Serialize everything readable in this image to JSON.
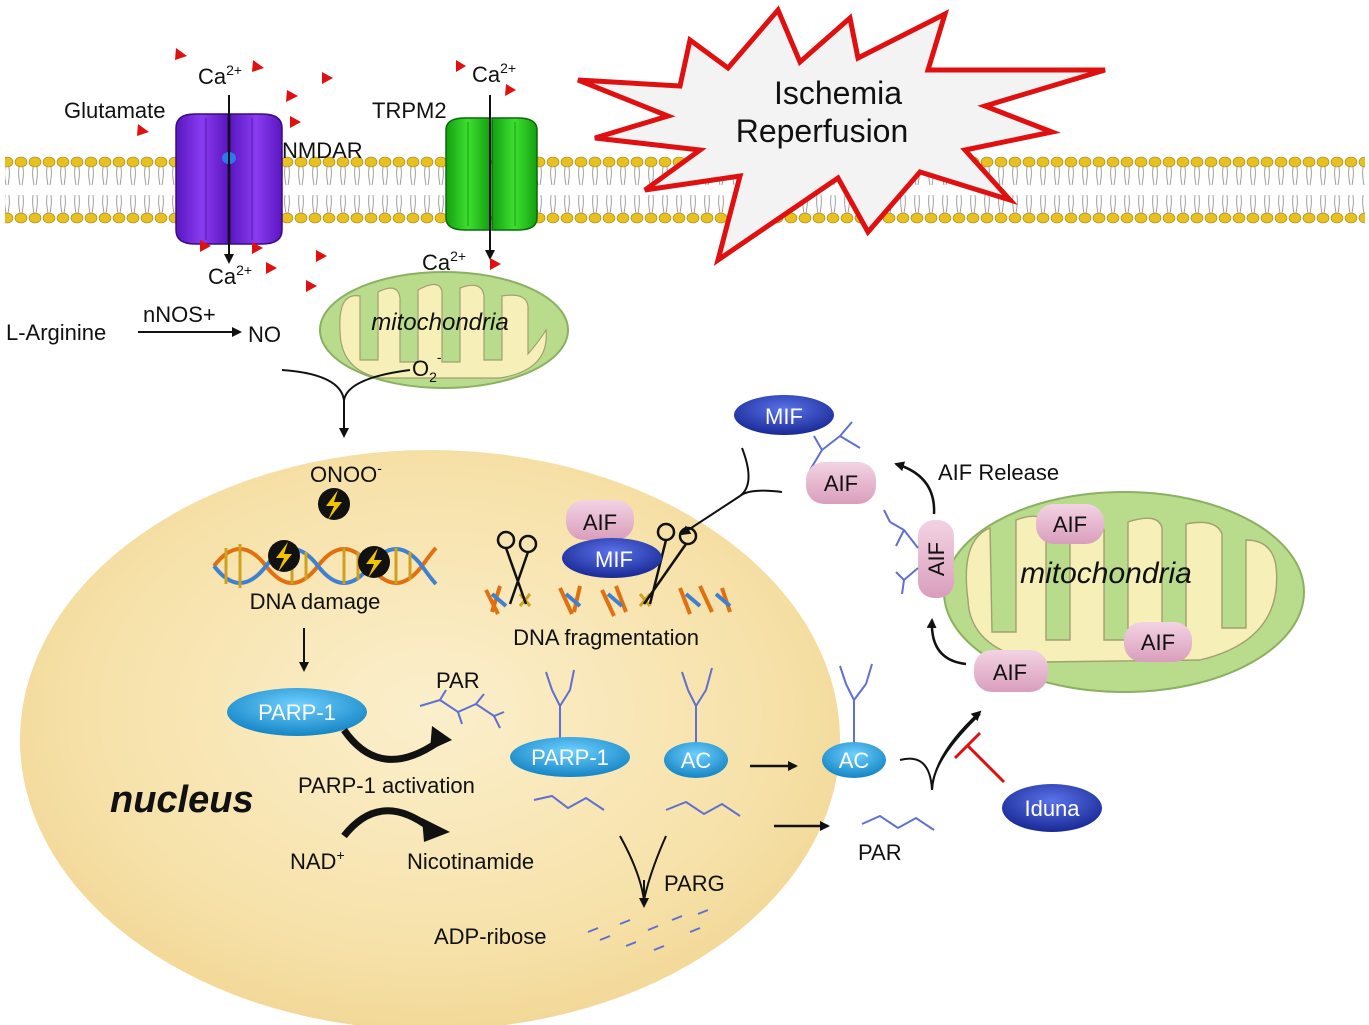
{
  "labels": {
    "ca_top_left": "Ca",
    "ca_top_left_sup": "2+",
    "ca_top_right": "Ca",
    "ca_top_right_sup": "2+",
    "ca_bottom_left": "Ca",
    "ca_bottom_left_sup": "2+",
    "ca_bottom_right": "Ca",
    "ca_bottom_right_sup": "2+",
    "glutamate": "Glutamate",
    "nmdar": "NMDAR",
    "trpm2": "TRPM2",
    "ischemia_line1": "Ischemia",
    "ischemia_line2": "Reperfusion",
    "l_arginine": "L-Arginine",
    "nnos": "nNOS+",
    "no": "NO",
    "mitochondria_top": "mitochondria",
    "o2": "O",
    "o2_sub": "2",
    "o2_sup": "-",
    "onoo": "ONOO",
    "onoo_sup": "-",
    "dna_damage": "DNA damage",
    "dna_fragmentation": "DNA fragmentation",
    "parp1": "PARP-1",
    "par_top": "PAR",
    "parp1_activation": "PARP-1 activation",
    "nucleus": "nucleus",
    "nad": "NAD",
    "nad_sup": "+",
    "nicotinamide": "Nicotinamide",
    "parg": "PARG",
    "adp_ribose": "ADP-ribose",
    "parp1_complex": "PARP-1",
    "ac_inside": "AC",
    "ac_outside": "AC",
    "par_outside": "PAR",
    "iduna": "Iduna",
    "mif_top": "MIF",
    "mif_nucleus": "MIF",
    "aif_released": "AIF",
    "aif_release_label": "AIF Release",
    "aif_nucleus": "AIF",
    "aif_vertical": "AIF",
    "aif_mito_1": "AIF",
    "aif_mito_2": "AIF",
    "aif_mito_3": "AIF",
    "mitochondria_right": "mitochondria"
  },
  "colors": {
    "nmdar": "#7a2fe0",
    "trpm2": "#22c21a",
    "nucleus_fill": "#f7e6b5",
    "mito_fill": "#b9dc8c",
    "pill_blue": "#1f9bd8",
    "pill_navy": "#1c32b8",
    "aif_pink": "#e7b7d0",
    "ca_arrow": "#e01010",
    "inhibit_red": "#e01010",
    "membrane_head": "#e8c020"
  }
}
